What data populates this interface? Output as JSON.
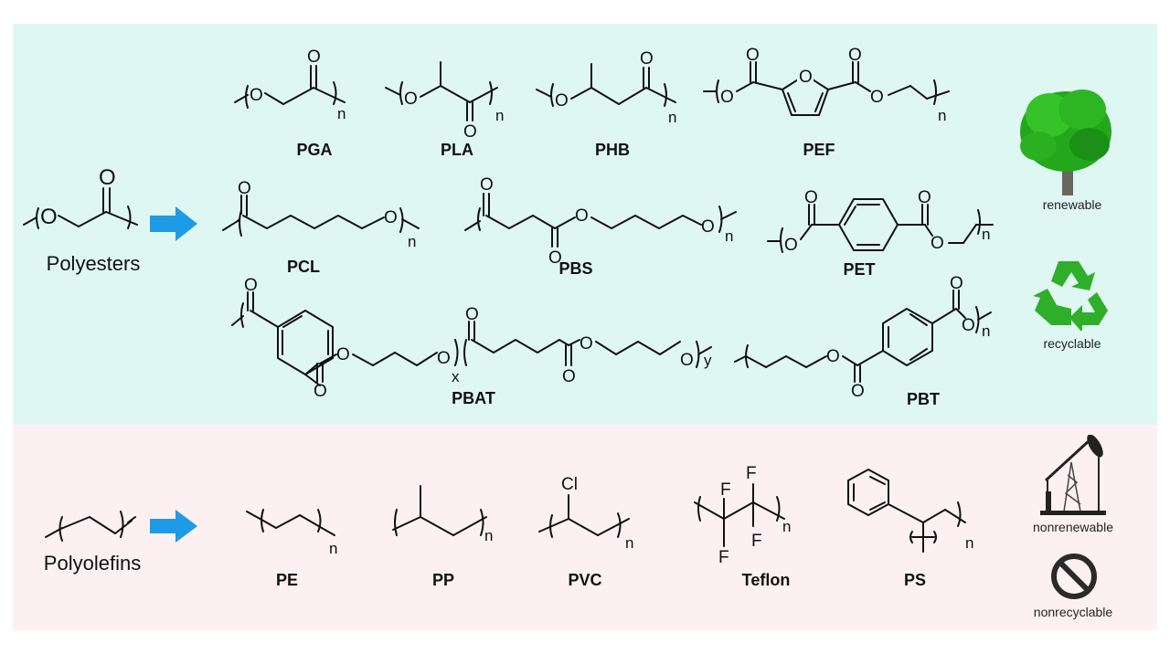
{
  "panels": {
    "polyesters": {
      "background": "#dff7f3",
      "class_label": "Polyesters",
      "arrow_color": "#1e9be6",
      "polymers": [
        {
          "abbr": "PGA",
          "subscript": "n"
        },
        {
          "abbr": "PLA",
          "subscript": "n"
        },
        {
          "abbr": "PHB",
          "subscript": "n"
        },
        {
          "abbr": "PEF",
          "subscript": "n"
        },
        {
          "abbr": "PCL",
          "subscript": "n"
        },
        {
          "abbr": "PBS",
          "subscript": "n"
        },
        {
          "abbr": "PET",
          "subscript": "n"
        },
        {
          "abbr": "PBAT",
          "subscript_1": "x",
          "subscript_2": "y"
        },
        {
          "abbr": "PBT",
          "subscript": "n"
        }
      ],
      "properties": [
        {
          "icon": "tree-icon",
          "label": "renewable"
        },
        {
          "icon": "recycle-icon",
          "label": "recyclable"
        }
      ]
    },
    "polyolefins": {
      "background": "#fdf0f3",
      "class_label": "Polyolefins",
      "arrow_color": "#1e9be6",
      "polymers": [
        {
          "abbr": "PE",
          "subscript": "n"
        },
        {
          "abbr": "PP",
          "subscript": "n"
        },
        {
          "abbr": "PVC",
          "subscript": "n",
          "substituent": "Cl"
        },
        {
          "abbr": "Teflon",
          "subscript": "n",
          "substituent": "F"
        },
        {
          "abbr": "PS",
          "subscript": "n"
        }
      ],
      "properties": [
        {
          "icon": "oil-pump-icon",
          "label": "nonrenewable"
        },
        {
          "icon": "prohibited-icon",
          "label": "nonrecyclable"
        }
      ]
    }
  },
  "atoms": {
    "O": "O",
    "Cl": "Cl",
    "F": "F"
  }
}
